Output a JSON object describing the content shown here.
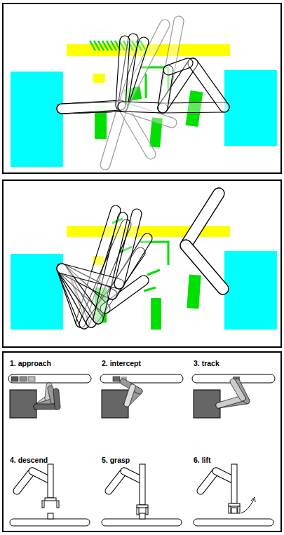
{
  "diagram": {
    "labels": [
      "1. approach",
      "2. intercept",
      "3. track",
      "4. descend",
      "5. grasp",
      "6. lift"
    ]
  }
}
